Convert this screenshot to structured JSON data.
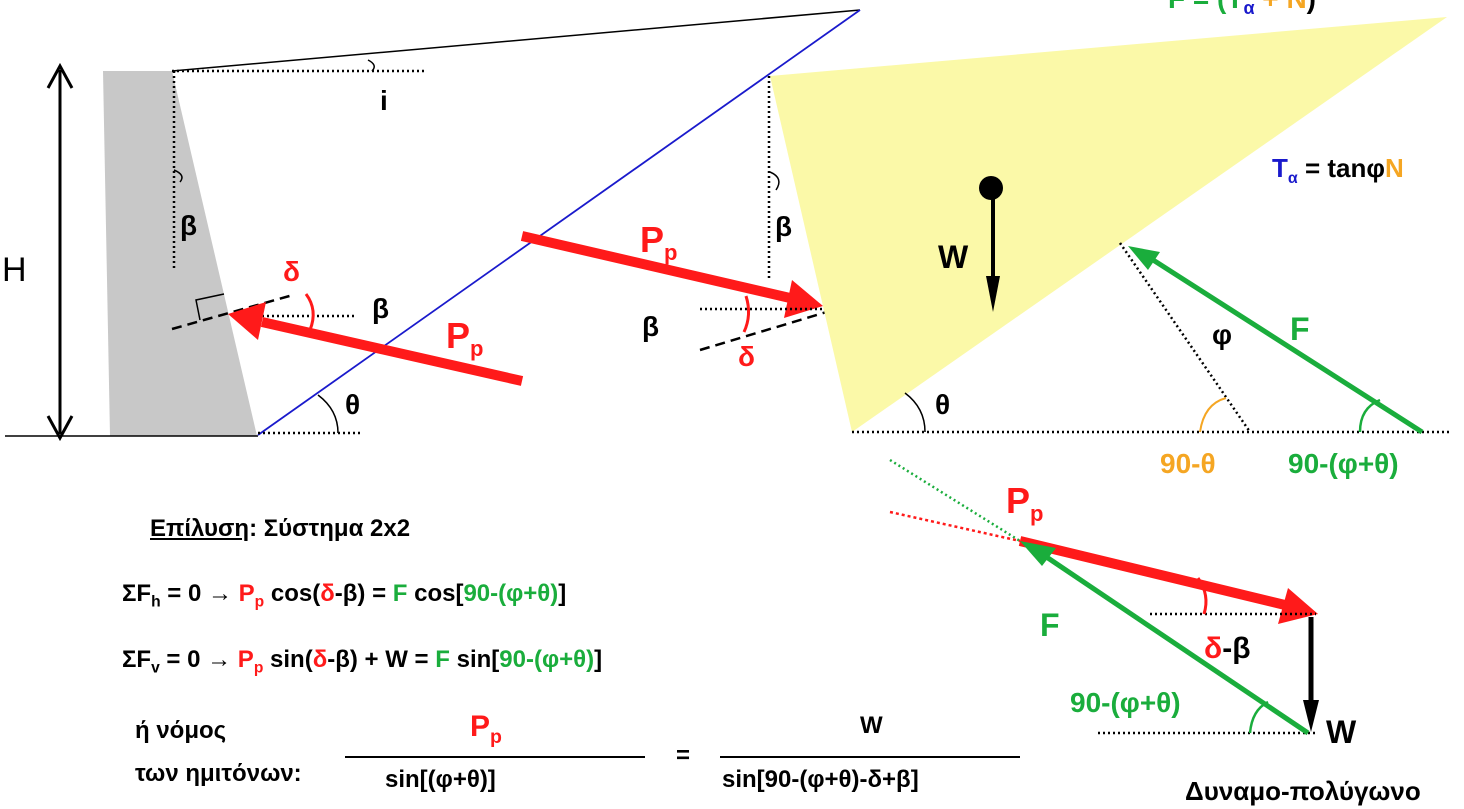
{
  "labels": {
    "H": "H",
    "i": "i",
    "beta": "β",
    "delta": "δ",
    "theta": "θ",
    "phi": "φ",
    "W": "W",
    "F": "F",
    "P": "P",
    "p_sub": "p",
    "ninety_theta": "90-θ",
    "ninety_phi_theta": "90-(φ+θ)",
    "delta_beta_d": "δ",
    "delta_beta_rest": "-β",
    "top_formula": "F = (T",
    "top_formula_sub": "α",
    "top_formula_plus": " + N",
    "top_formula_close": ")",
    "ta_T": "T",
    "ta_sub": "α",
    "ta_eq": " = tanφ",
    "ta_N": "N",
    "dynamo": "Δυναμο-πολύγωνο"
  },
  "solution": {
    "title": "Επίλυση",
    "title_rest": ": Σύστημα 2x2",
    "eq1_lhs": "ΣF",
    "eq1_sub": "h",
    "eq1_mid": " = 0 → ",
    "eq1_P": "P",
    "eq1_p": "p",
    "eq1_cos": " cos(",
    "eq1_d": "δ",
    "eq1_b": "-β) = ",
    "eq1_F": "F",
    "eq1_cos2": " cos[",
    "eq1_angle": "90-(φ+θ)",
    "eq1_end": "]",
    "eq2_lhs": "ΣF",
    "eq2_sub": "v",
    "eq2_mid": " = 0 → ",
    "eq2_P": "P",
    "eq2_p": "p",
    "eq2_sin": " sin(",
    "eq2_d": "δ",
    "eq2_b": "-β) + W = ",
    "eq2_F": "F",
    "eq2_sin2": " sin[",
    "eq2_angle": "90-(φ+θ)",
    "eq2_end": "]",
    "law_line1": "ή νόμος",
    "law_line2": "των ημιτόνων:",
    "frac1_num_P": "P",
    "frac1_num_p": "p",
    "frac1_den": "sin[(φ+θ)]",
    "equals": "=",
    "frac2_num": "W",
    "frac2_den": "sin[90-(φ+θ)-δ+β]"
  },
  "colors": {
    "red": "#ff1a1a",
    "green": "#1aad3c",
    "blue": "#1a1acc",
    "orange": "#f5a623",
    "wall": "#c8c8c8",
    "wedge": "#fbf9a8"
  }
}
